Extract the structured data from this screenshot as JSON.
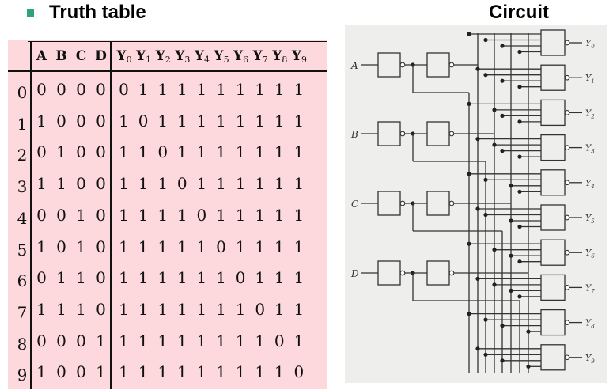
{
  "header": {
    "truth_table_title": "Truth table",
    "circuit_title": "Circuit"
  },
  "table": {
    "input_headers": [
      "A",
      "B",
      "C",
      "D"
    ],
    "output_headers": [
      {
        "base": "Y",
        "sub": "0"
      },
      {
        "base": "Y",
        "sub": "1"
      },
      {
        "base": "Y",
        "sub": "2"
      },
      {
        "base": "Y",
        "sub": "3"
      },
      {
        "base": "Y",
        "sub": "4"
      },
      {
        "base": "Y",
        "sub": "5"
      },
      {
        "base": "Y",
        "sub": "6"
      },
      {
        "base": "Y",
        "sub": "7"
      },
      {
        "base": "Y",
        "sub": "8"
      },
      {
        "base": "Y",
        "sub": "9"
      }
    ],
    "rows": [
      {
        "idx": "0",
        "inputs": [
          "0",
          "0",
          "0",
          "0"
        ],
        "outputs": [
          "0",
          "1",
          "1",
          "1",
          "1",
          "1",
          "1",
          "1",
          "1",
          "1"
        ]
      },
      {
        "idx": "1",
        "inputs": [
          "1",
          "0",
          "0",
          "0"
        ],
        "outputs": [
          "1",
          "0",
          "1",
          "1",
          "1",
          "1",
          "1",
          "1",
          "1",
          "1"
        ]
      },
      {
        "idx": "2",
        "inputs": [
          "0",
          "1",
          "0",
          "0"
        ],
        "outputs": [
          "1",
          "1",
          "0",
          "1",
          "1",
          "1",
          "1",
          "1",
          "1",
          "1"
        ]
      },
      {
        "idx": "3",
        "inputs": [
          "1",
          "1",
          "0",
          "0"
        ],
        "outputs": [
          "1",
          "1",
          "1",
          "0",
          "1",
          "1",
          "1",
          "1",
          "1",
          "1"
        ]
      },
      {
        "idx": "4",
        "inputs": [
          "0",
          "0",
          "1",
          "0"
        ],
        "outputs": [
          "1",
          "1",
          "1",
          "1",
          "0",
          "1",
          "1",
          "1",
          "1",
          "1"
        ]
      },
      {
        "idx": "5",
        "inputs": [
          "1",
          "0",
          "1",
          "0"
        ],
        "outputs": [
          "1",
          "1",
          "1",
          "1",
          "1",
          "0",
          "1",
          "1",
          "1",
          "1"
        ]
      },
      {
        "idx": "6",
        "inputs": [
          "0",
          "1",
          "1",
          "0"
        ],
        "outputs": [
          "1",
          "1",
          "1",
          "1",
          "1",
          "1",
          "0",
          "1",
          "1",
          "1"
        ]
      },
      {
        "idx": "7",
        "inputs": [
          "1",
          "1",
          "1",
          "0"
        ],
        "outputs": [
          "1",
          "1",
          "1",
          "1",
          "1",
          "1",
          "1",
          "0",
          "1",
          "1"
        ]
      },
      {
        "idx": "8",
        "inputs": [
          "0",
          "0",
          "0",
          "1"
        ],
        "outputs": [
          "1",
          "1",
          "1",
          "1",
          "1",
          "1",
          "1",
          "1",
          "0",
          "1"
        ]
      },
      {
        "idx": "9",
        "inputs": [
          "1",
          "0",
          "0",
          "1"
        ],
        "outputs": [
          "1",
          "1",
          "1",
          "1",
          "1",
          "1",
          "1",
          "1",
          "1",
          "0"
        ]
      }
    ]
  },
  "circuit": {
    "inputs": [
      "A",
      "B",
      "C",
      "D"
    ],
    "outputs": [
      {
        "base": "Y",
        "sub": "0"
      },
      {
        "base": "Y",
        "sub": "1"
      },
      {
        "base": "Y",
        "sub": "2"
      },
      {
        "base": "Y",
        "sub": "3"
      },
      {
        "base": "Y",
        "sub": "4"
      },
      {
        "base": "Y",
        "sub": "5"
      },
      {
        "base": "Y",
        "sub": "6"
      },
      {
        "base": "Y",
        "sub": "7"
      },
      {
        "base": "Y",
        "sub": "8"
      },
      {
        "base": "Y",
        "sub": "9"
      }
    ]
  }
}
